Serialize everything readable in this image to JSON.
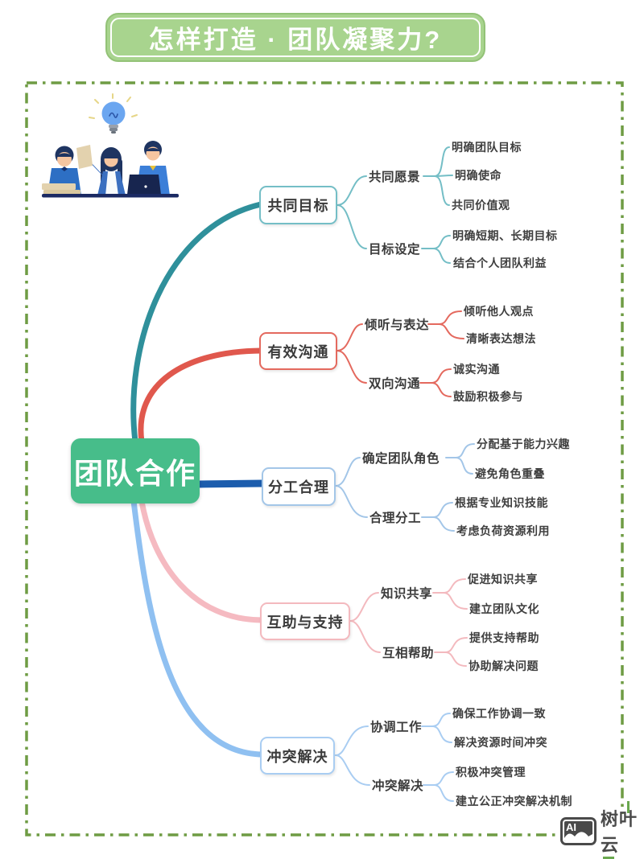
{
  "banner": {
    "title": "怎样打造 · 团队凝聚力?"
  },
  "root": {
    "label": "团队合作"
  },
  "branches": [
    {
      "label": "共同目标",
      "children": [
        {
          "label": "共同愿景",
          "leaves": [
            "明确团队目标",
            "明确使命",
            "共同价值观"
          ]
        },
        {
          "label": "目标设定",
          "leaves": [
            "明确短期、长期目标",
            "结合个人团队利益"
          ]
        }
      ]
    },
    {
      "label": "有效沟通",
      "children": [
        {
          "label": "倾听与表达",
          "leaves": [
            "倾听他人观点",
            "清晰表达想法"
          ]
        },
        {
          "label": "双向沟通",
          "leaves": [
            "诚实沟通",
            "鼓励积极参与"
          ]
        }
      ]
    },
    {
      "label": "分工合理",
      "children": [
        {
          "label": "确定团队角色",
          "leaves": [
            "分配基于能力兴趣",
            "避免角色重叠"
          ]
        },
        {
          "label": "合理分工",
          "leaves": [
            "根据专业知识技能",
            "考虑负荷资源利用"
          ]
        }
      ]
    },
    {
      "label": "互助与支持",
      "children": [
        {
          "label": "知识共享",
          "leaves": [
            "促进知识共享",
            "建立团队文化"
          ]
        },
        {
          "label": "互相帮助",
          "leaves": [
            "提供支持帮助",
            "协助解决问题"
          ]
        }
      ]
    },
    {
      "label": "冲突解决",
      "children": [
        {
          "label": "协调工作",
          "leaves": [
            "确保工作协调一致",
            "解决资源时间冲突"
          ]
        },
        {
          "label": "冲突解决",
          "leaves": [
            "积极冲突管理",
            "建立公正冲突解决机制"
          ]
        }
      ]
    }
  ],
  "logo": {
    "icon_label": "AI",
    "brand": "树叶云"
  },
  "colors": {
    "banner_bg": "#a8d48e",
    "dashed_border": "#6f9c44",
    "root_bg": "#47bd8a",
    "branch1_main": "#2f909b",
    "branch1_light": "#74bec6",
    "branch2_main": "#e0584d",
    "branch2_light": "#e4695e",
    "branch3_main": "#1c5dad",
    "branch3_light": "#a3c6e8",
    "branch4_main": "#f5bac1",
    "branch4_light": "#f3b9be",
    "branch5_main": "#8fc0f1",
    "bran5_note": "",
    "branch5_light": "#a9cdf2",
    "text": "#3b3b3b",
    "logo_accent": "#6aa84f"
  }
}
